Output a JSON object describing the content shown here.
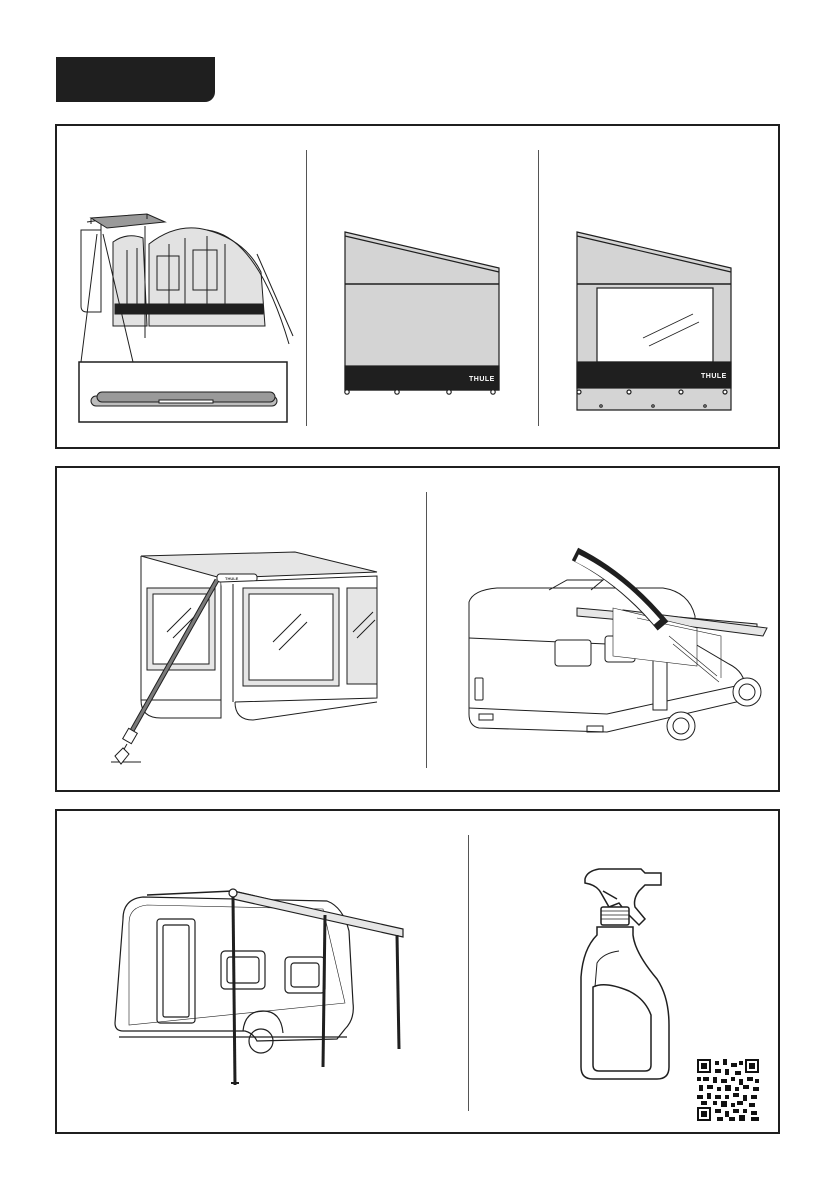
{
  "colors": {
    "ink": "#1f1f1f",
    "panel_fill": "#d4d4d4",
    "dark_band": "#1f1f1f",
    "page": "#ffffff"
  },
  "panel1": {
    "illustrations": [
      "awning-with-tent-detail",
      "side-panel-solid",
      "side-panel-window"
    ],
    "brand_label": "THULE"
  },
  "panel2": {
    "illustrations": [
      "awning-room-with-tension-rafter",
      "motorhome-awning-rolling-up"
    ]
  },
  "panel3": {
    "illustrations": [
      "caravan-with-awning-legs",
      "spray-bottle-cleaner",
      "qr-code"
    ]
  }
}
